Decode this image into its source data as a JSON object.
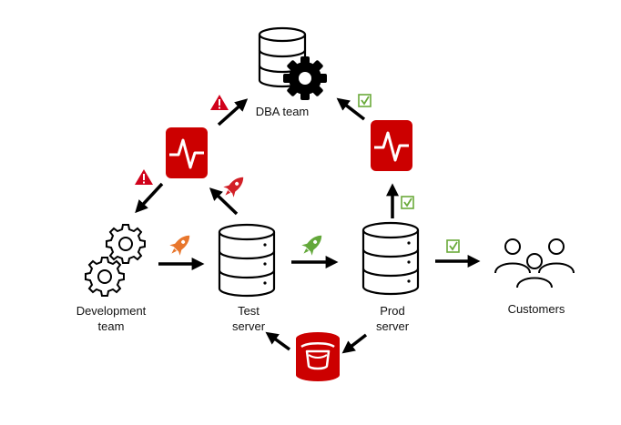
{
  "labels": {
    "dba": "DBA team",
    "dev_line1": "Development",
    "dev_line2": "team",
    "test_line1": "Test",
    "test_line2": "server",
    "prod_line1": "Prod",
    "prod_line2": "server",
    "customers": "Customers"
  },
  "icons": {
    "database": "database-icon",
    "gear": "gear-icon",
    "monitor": "red-monitor-icon",
    "rocket": "rocket-icon",
    "warning": "warning-icon",
    "check": "check-icon",
    "people": "people-icon",
    "bucket": "red-bucket-icon"
  },
  "colors": {
    "red": "#cc0000",
    "green_check": "#6aaa3a",
    "rocket_orange": "#e8762c",
    "rocket_red": "#d21f26",
    "rocket_green": "#63a83a",
    "ink": "#000000"
  }
}
